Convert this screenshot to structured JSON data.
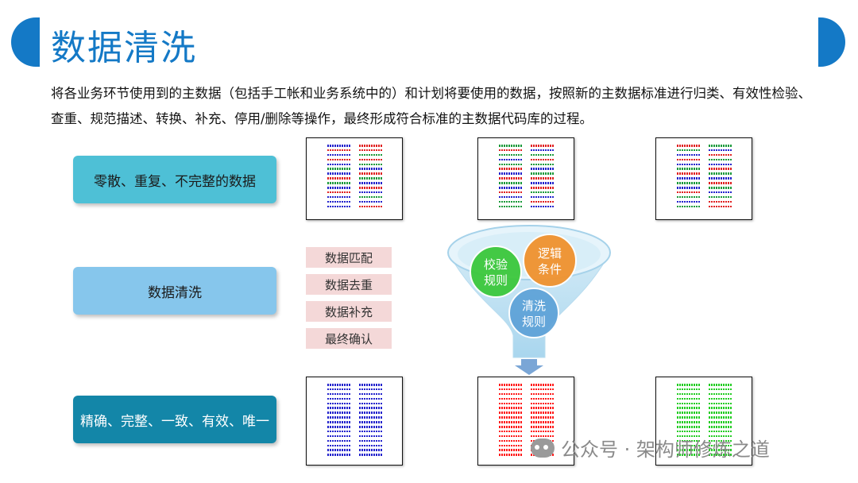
{
  "header": {
    "title": "数据清洗",
    "accent_color": "#1479c6"
  },
  "description": "将各业务环节使用到的主数据（包括手工帐和业务系统中的）和计划将要使用的数据，按照新的主数据标准进行归类、有效性检验、查重、规范描述、转换、补充、停用/删除等操作，最终形成符合标准的主数据代码库的过程。",
  "stages": {
    "raw": "零散、重复、不完整的数据",
    "cleaning": "数据清洗",
    "result": "精确、完整、一致、有效、唯一"
  },
  "steps": [
    "数据匹配",
    "数据去重",
    "数据补充",
    "最终确认"
  ],
  "funnel": {
    "circle_validate": "校验规则",
    "circle_logic": "逻辑条件",
    "circle_clean": "清洗规则"
  },
  "sheet_colors": {
    "red": "#e02020",
    "green": "#1a9a3a",
    "blue": "#2222cc",
    "bright_red": "#ff1a1a",
    "bright_green": "#22cc22"
  },
  "watermark": {
    "text": "公众号 · 架构师修炼之道",
    "icon": "wechat-icon"
  }
}
